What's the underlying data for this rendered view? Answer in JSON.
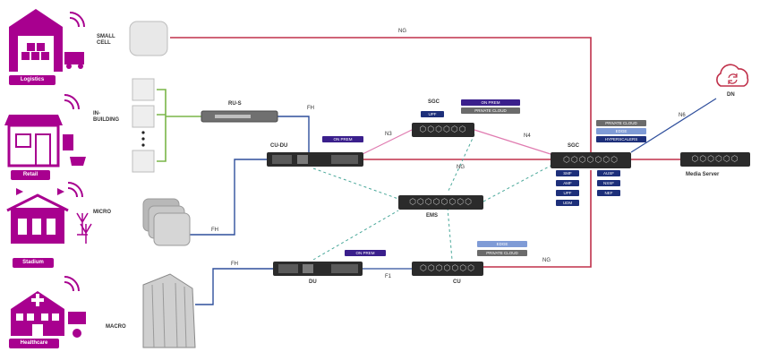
{
  "sites": {
    "logistics": "Logistics",
    "retail": "Retail",
    "stadium": "Stadium",
    "healthcare": "Healthcare"
  },
  "radios": {
    "small_cell": "SMALL\nCELL",
    "in_building": "IN-\nBUILDING",
    "micro": "MICRO",
    "macro": "MACRO"
  },
  "nodes": {
    "ru_s": "RU-S",
    "cu_du": "CU-DU",
    "du": "DU",
    "cu": "CU",
    "ems": "EMS",
    "sgc_top": "SGC",
    "sgc_main": "SGC",
    "media_server": "Media Server",
    "dn": "DN"
  },
  "links": {
    "ng_top": "NG",
    "fh_ru": "FH",
    "fh_micro": "FH",
    "fh_macro": "FH",
    "n3": "N3",
    "n4": "N4",
    "ng_mid": "NG",
    "f1": "F1",
    "ng_bottom": "NG",
    "n6": "N6"
  },
  "tags": {
    "cu_du_on_prem": "ON PREM",
    "du_on_prem": "ON PREM",
    "sgc_top_on_prem": "ON PREM",
    "sgc_top_private_cloud": "PRIVATE CLOUD",
    "sgc_top_upf": "UPF",
    "cu_edge": "EDGE",
    "cu_private_cloud": "PRIVATE CLOUD",
    "sgc_private_cloud": "PRIVATE CLOUD",
    "sgc_edge": "EDGE",
    "sgc_hyperscaler": "HYPERSCALERS",
    "sgc_funcs_left": [
      "SMF",
      "AMF",
      "UPF",
      "UDM"
    ],
    "sgc_funcs_right": [
      "AUSF",
      "NSSF",
      "NEF"
    ]
  },
  "colors": {
    "magenta": "#a8008f",
    "ng_red": "#c0304a",
    "fh_blue": "#2f4f9c",
    "fh_green": "#7ab648",
    "dashed_teal": "#4aa89a",
    "n3_pink": "#e07bb0",
    "navy_tag": "#1d2f7a",
    "grey_tag": "#6b6b6b",
    "light_blue_tag": "#7f9bd6",
    "rack": "#2b2b2b"
  }
}
